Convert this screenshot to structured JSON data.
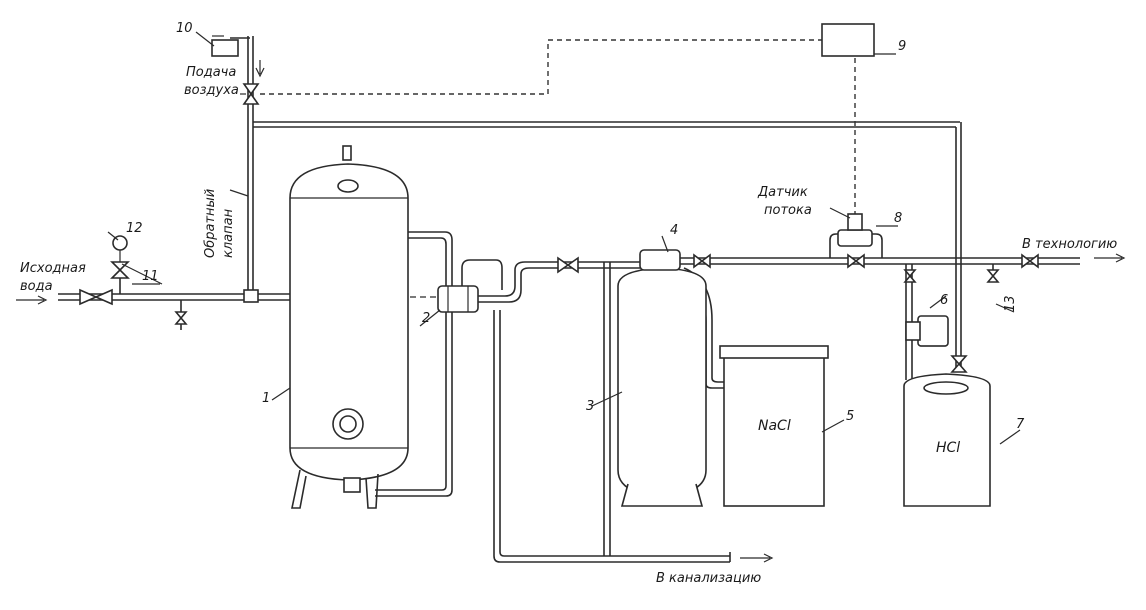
{
  "labels": {
    "air_supply_1": "Подача",
    "air_supply_2": "воздуха",
    "check_valve_1": "Обратный",
    "check_valve_2": "клапан",
    "source_water_1": "Исходная",
    "source_water_2": "вода",
    "flow_sensor_1": "Датчик",
    "flow_sensor_2": "потока",
    "to_technology": "В технологию",
    "to_sewer": "В канализацию",
    "nacl": "NaCl",
    "hcl": "HCl"
  },
  "numbers": {
    "n1": "1",
    "n2": "2",
    "n3": "3",
    "n4": "4",
    "n5": "5",
    "n6": "6",
    "n7": "7",
    "n8": "8",
    "n9": "9",
    "n10": "10",
    "n11": "11",
    "n12": "12",
    "n13": "13"
  }
}
